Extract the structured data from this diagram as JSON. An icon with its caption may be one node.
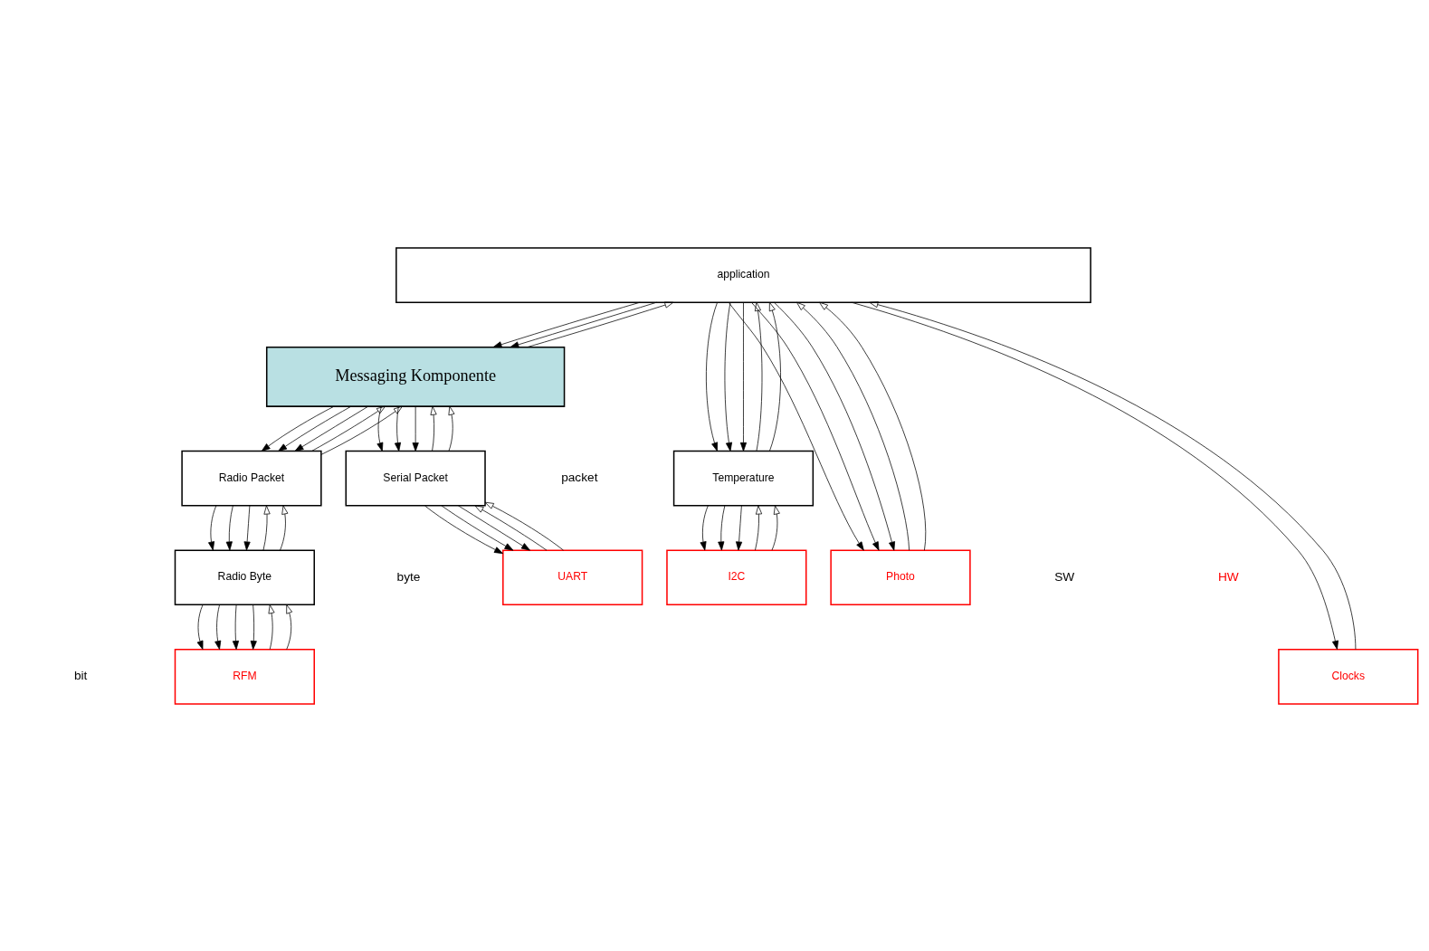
{
  "diagram": {
    "nodes": [
      {
        "text": [
          "application"
        ]
      },
      {
        "text": [
          "Messaging Komponente"
        ]
      },
      {
        "text": [
          "Radio Packet"
        ]
      },
      {
        "text": [
          "Serial Packet"
        ]
      },
      {
        "text": [
          "Temperature"
        ]
      },
      {
        "text": [
          "Radio Byte"
        ]
      },
      {
        "text": [
          "UART"
        ]
      },
      {
        "text": [
          "I2C"
        ]
      },
      {
        "text": [
          "Photo"
        ]
      },
      {
        "text": [
          "RFM"
        ]
      },
      {
        "text": [
          "Clocks"
        ]
      }
    ],
    "edges": [
      {
        "from": 0,
        "to": 1,
        "arrow": "to"
      },
      {
        "from": 0,
        "to": 1,
        "arrow": "to"
      },
      {
        "from": 1,
        "to": 0,
        "arrow": "to"
      },
      {
        "from": 0,
        "to": 4,
        "arrow": "to"
      },
      {
        "from": 0,
        "to": 4,
        "arrow": "to"
      },
      {
        "from": 0,
        "to": 4,
        "arrow": "to"
      },
      {
        "from": 4,
        "to": 0,
        "arrow": "to"
      },
      {
        "from": 4,
        "to": 0,
        "arrow": "to"
      },
      {
        "from": 0,
        "to": 8,
        "arrow": "to"
      },
      {
        "from": 0,
        "to": 8,
        "arrow": "to"
      },
      {
        "from": 0,
        "to": 8,
        "arrow": "to"
      },
      {
        "from": 8,
        "to": 0,
        "arrow": "to"
      },
      {
        "from": 8,
        "to": 0,
        "arrow": "to"
      },
      {
        "from": 0,
        "to": 10,
        "arrow": "to"
      },
      {
        "from": 10,
        "to": 0,
        "arrow": "to"
      },
      {
        "from": 1,
        "to": 2,
        "arrow": "to"
      },
      {
        "from": 1,
        "to": 2,
        "arrow": "to"
      },
      {
        "from": 1,
        "to": 2,
        "arrow": "to"
      },
      {
        "from": 2,
        "to": 1,
        "arrow": "to"
      },
      {
        "from": 2,
        "to": 1,
        "arrow": "to"
      },
      {
        "from": 1,
        "to": 3,
        "arrow": "to"
      },
      {
        "from": 1,
        "to": 3,
        "arrow": "to"
      },
      {
        "from": 1,
        "to": 3,
        "arrow": "to"
      },
      {
        "from": 3,
        "to": 1,
        "arrow": "to"
      },
      {
        "from": 3,
        "to": 1,
        "arrow": "to"
      },
      {
        "from": 2,
        "to": 5,
        "arrow": "to"
      },
      {
        "from": 2,
        "to": 5,
        "arrow": "to"
      },
      {
        "from": 2,
        "to": 5,
        "arrow": "to"
      },
      {
        "from": 5,
        "to": 2,
        "arrow": "to"
      },
      {
        "from": 5,
        "to": 2,
        "arrow": "to"
      },
      {
        "from": 3,
        "to": 6,
        "arrow": "to"
      },
      {
        "from": 3,
        "to": 6,
        "arrow": "to"
      },
      {
        "from": 3,
        "to": 6,
        "arrow": "to"
      },
      {
        "from": 6,
        "to": 3,
        "arrow": "to"
      },
      {
        "from": 6,
        "to": 3,
        "arrow": "to"
      },
      {
        "from": 4,
        "to": 7,
        "arrow": "to"
      },
      {
        "from": 4,
        "to": 7,
        "arrow": "to"
      },
      {
        "from": 4,
        "to": 7,
        "arrow": "to"
      },
      {
        "from": 7,
        "to": 4,
        "arrow": "to"
      },
      {
        "from": 7,
        "to": 4,
        "arrow": "to"
      },
      {
        "from": 5,
        "to": 9,
        "arrow": "to"
      },
      {
        "from": 5,
        "to": 9,
        "arrow": "to"
      },
      {
        "from": 5,
        "to": 9,
        "arrow": "to"
      },
      {
        "from": 5,
        "to": 9,
        "arrow": "to"
      },
      {
        "from": 9,
        "to": 5,
        "arrow": "to"
      },
      {
        "from": 9,
        "to": 5,
        "arrow": "to"
      }
    ],
    "labels": [
      "packet",
      "byte",
      "bit",
      "SW",
      "HW"
    ]
  }
}
